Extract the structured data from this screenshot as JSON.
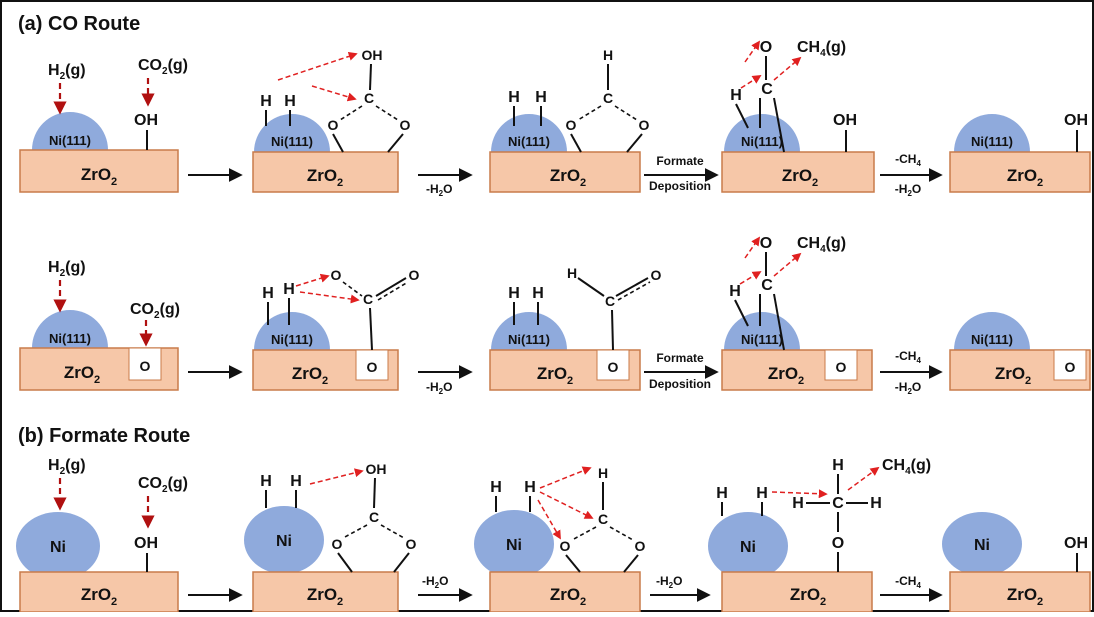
{
  "labels": {
    "section_a": "(a) CO Route",
    "section_b": "(b) Formate Route",
    "zro2_base": "ZrO",
    "zro2_sub": "2",
    "ni111": "Ni(111)",
    "ni": "Ni",
    "h2_base": "H",
    "h2_tail": "(g)",
    "co2_base": "CO",
    "co2_tail": "(g)",
    "ch4_base": "CH",
    "ch4_sub": "4",
    "ch4_tail": "(g)",
    "sub2": "2",
    "oh": "OH",
    "o": "O",
    "c": "C",
    "h": "H",
    "minus_h2o_a": "-H",
    "minus_h2o_o": "O",
    "minus_ch4": "-CH",
    "formate": "Formate",
    "deposition": "Deposition"
  },
  "colors": {
    "support_fill": "#f6c7a8",
    "support_stroke": "#c97b4a",
    "catalyst": "#8faadc",
    "arrow_red": "#e02020"
  }
}
